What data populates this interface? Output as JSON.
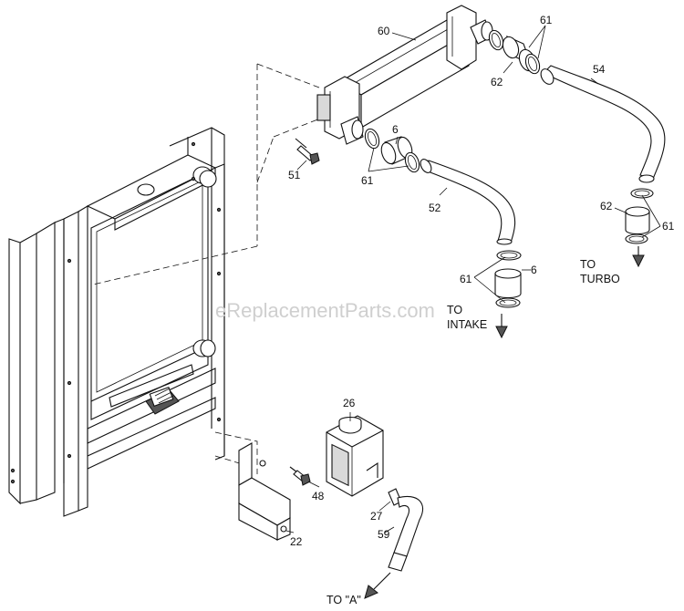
{
  "watermark": "eReplacementParts.com",
  "callouts": {
    "p60": "60",
    "p61_top": "61",
    "p62_top": "62",
    "p54": "54",
    "p6_mid": "6",
    "p61_mid": "61",
    "p51": "51",
    "p52": "52",
    "p61_lower": "61",
    "p6_lower": "6",
    "p62_right": "62",
    "p61_right": "61",
    "p26": "26",
    "p48": "48",
    "p22": "22",
    "p27": "27",
    "p59": "59"
  },
  "destinations": {
    "turbo_line1": "TO",
    "turbo_line2": "TURBO",
    "intake_line1": "TO",
    "intake_line2": "INTAKE",
    "tank_a": "TO \"A\""
  }
}
